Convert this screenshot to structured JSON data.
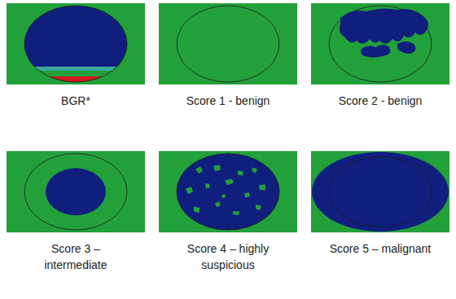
{
  "diagram": {
    "labels": [
      "BGR*",
      "Score 1 - benign",
      "Score 2 - benign",
      "Score 3 – intermediate",
      "Score 4 – highly suspicious",
      "Score 5 – malignant"
    ]
  }
}
